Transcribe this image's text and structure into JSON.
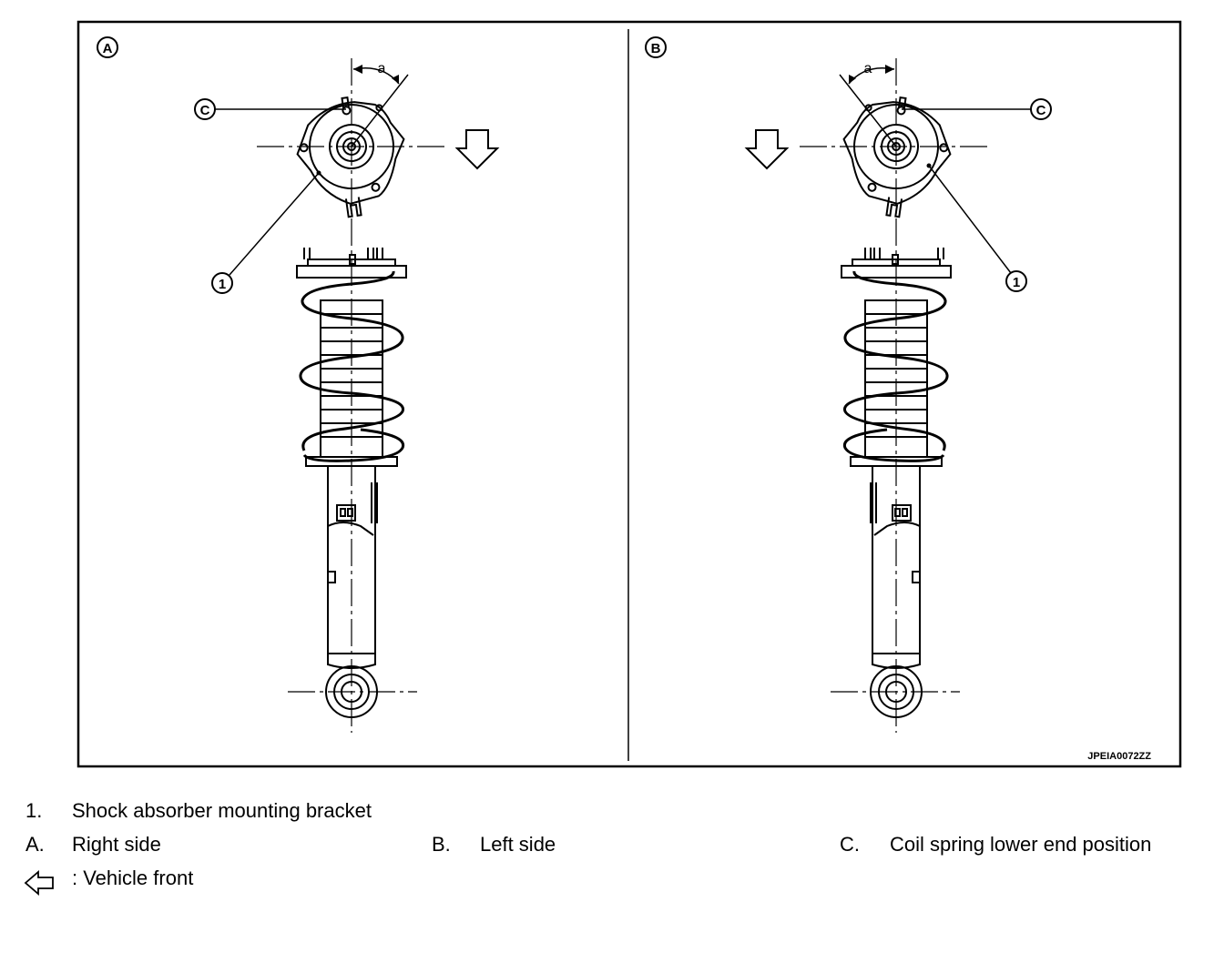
{
  "figure": {
    "panel_a_label": "A",
    "panel_b_label": "B",
    "callout_c": "C",
    "callout_1": "1",
    "angle_label": "a",
    "figure_code": "JPEIA0072ZZ"
  },
  "legend": {
    "item1_key": "1.",
    "item1_text": "Shock absorber mounting bracket",
    "itemA_key": "A.",
    "itemA_text": "Right side",
    "itemB_key": "B.",
    "itemB_text": "Left side",
    "itemC_key": "C.",
    "itemC_text": "Coil spring lower end position",
    "arrow_text": ": Vehicle front",
    "arrow_icon": "hollow-arrow-left-icon"
  }
}
